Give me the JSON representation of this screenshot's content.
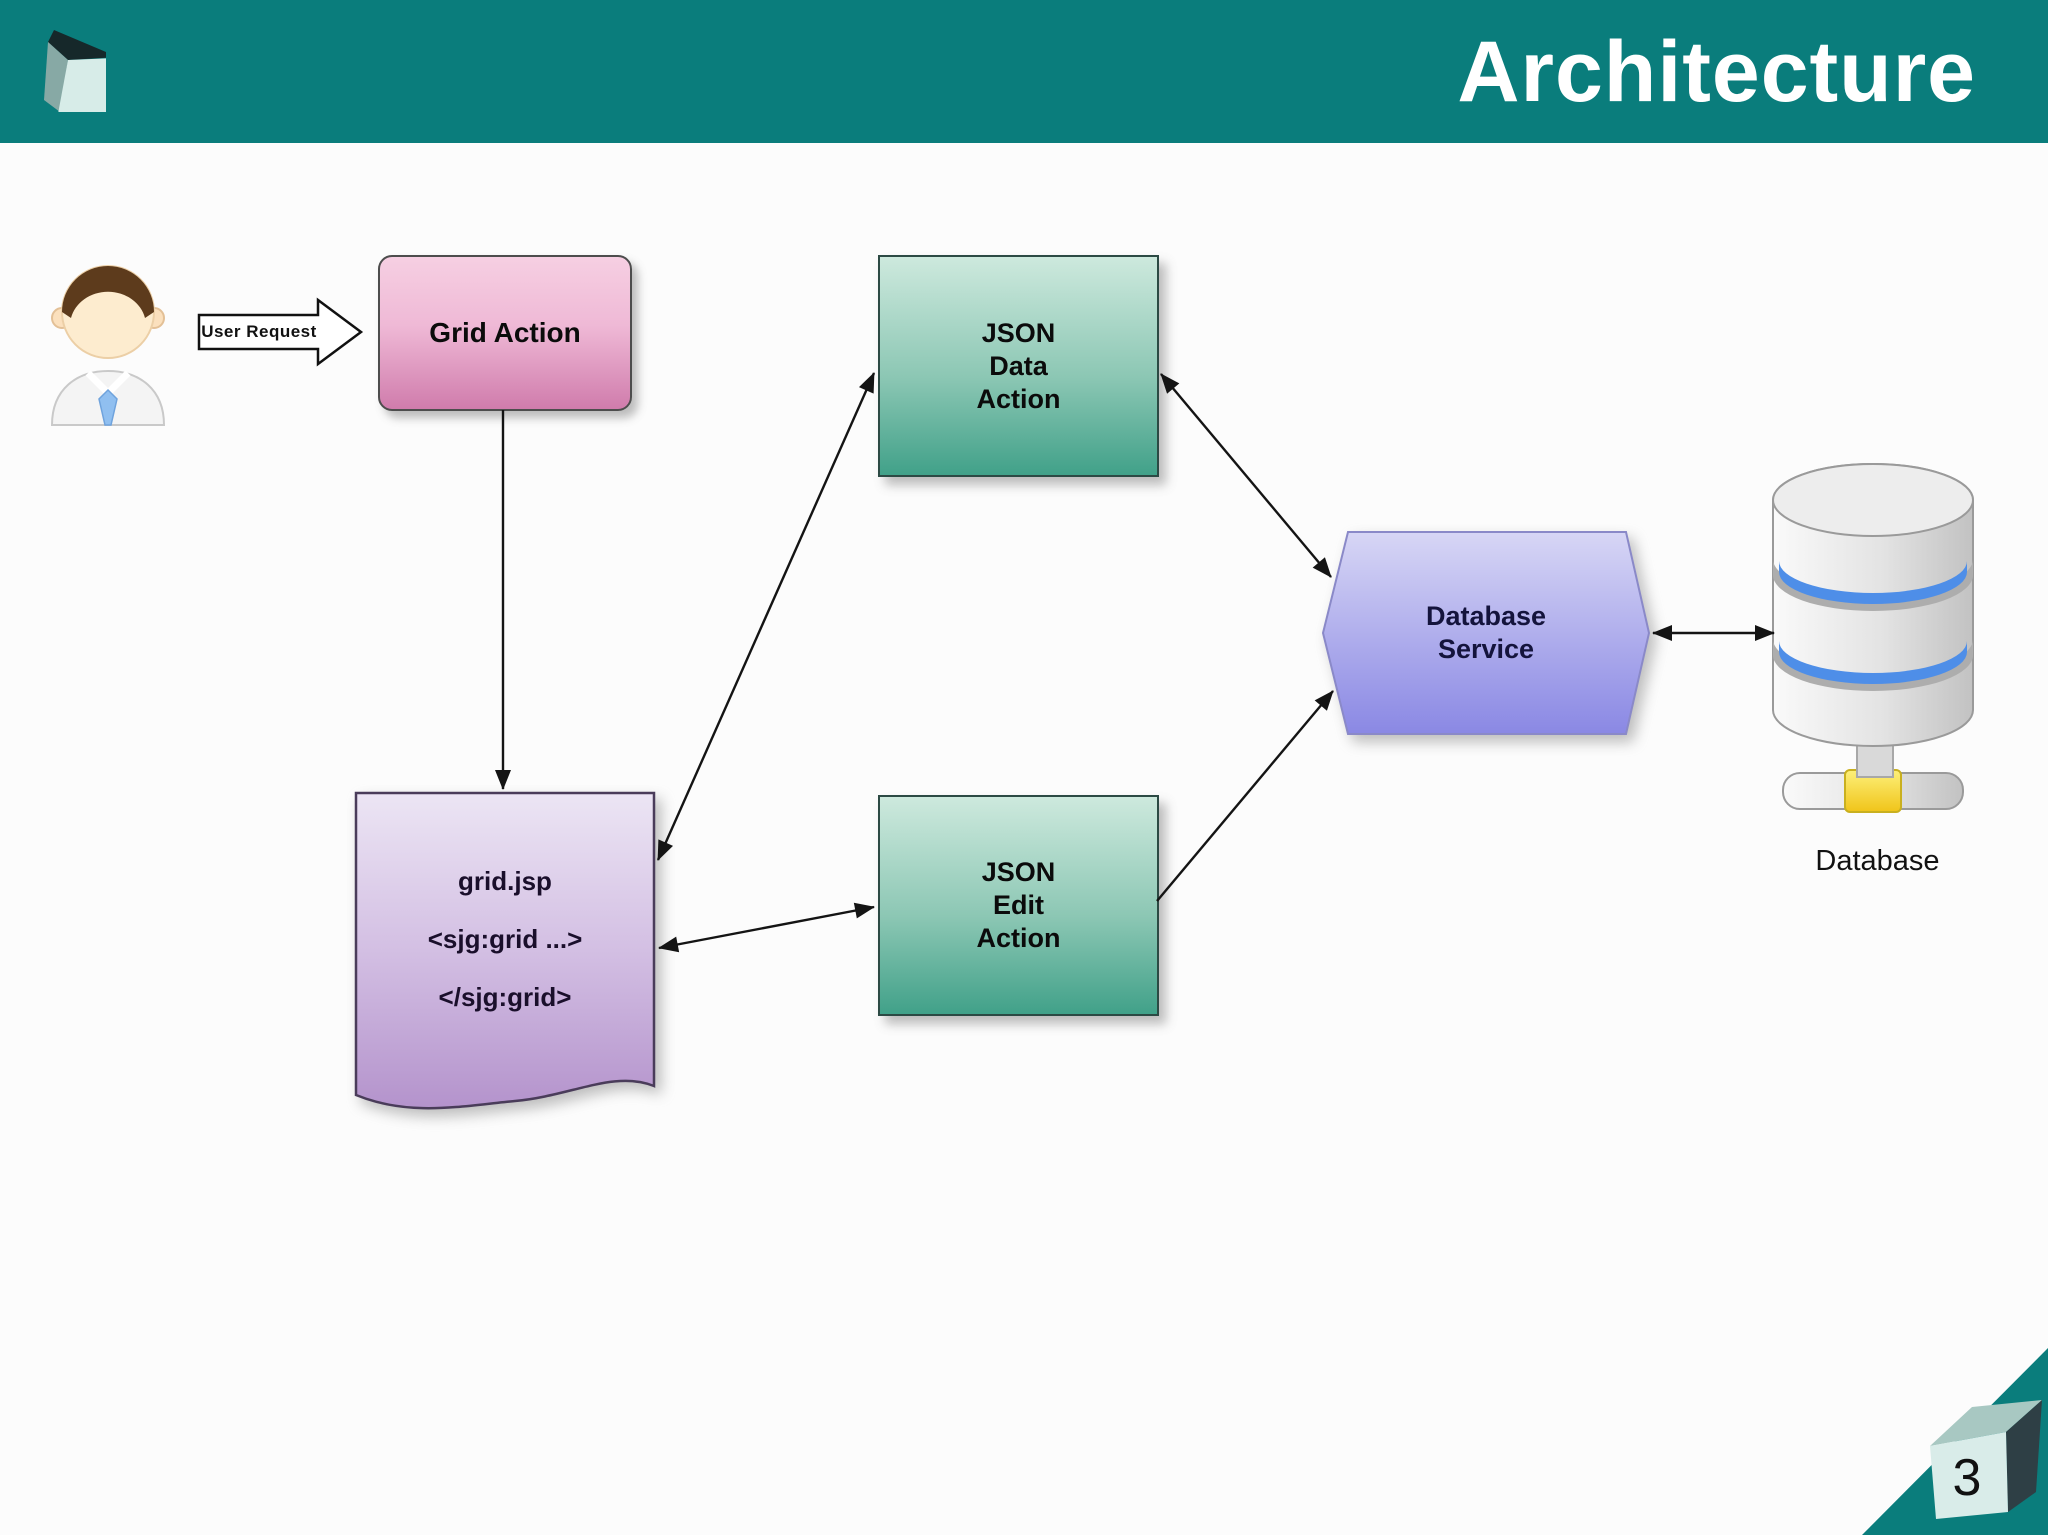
{
  "header": {
    "title": "Architecture"
  },
  "footer": {
    "page_number": "3"
  },
  "flow": {
    "user_request_label": "User Request",
    "grid_action": {
      "label": "Grid Action"
    },
    "json_data_action": {
      "line1": "JSON",
      "line2": "Data",
      "line3": "Action"
    },
    "json_edit_action": {
      "line1": "JSON",
      "line2": "Edit",
      "line3": "Action"
    },
    "grid_jsp": {
      "line1": "grid.jsp",
      "line2": "<sjg:grid ...>",
      "line3": "</sjg:grid>"
    },
    "database_service": {
      "line1": "Database",
      "line2": "Service"
    },
    "database": {
      "label": "Database"
    }
  },
  "colors": {
    "header_teal": "#0a7d7c",
    "pink_node": "#d07cac",
    "green_node": "#41a189",
    "purple_document": "#b493cc",
    "violet_service": "#8a88e4",
    "db_band_blue": "#4e8ee8",
    "db_connector_yellow": "#f6d832",
    "arrow_black": "#141414"
  }
}
